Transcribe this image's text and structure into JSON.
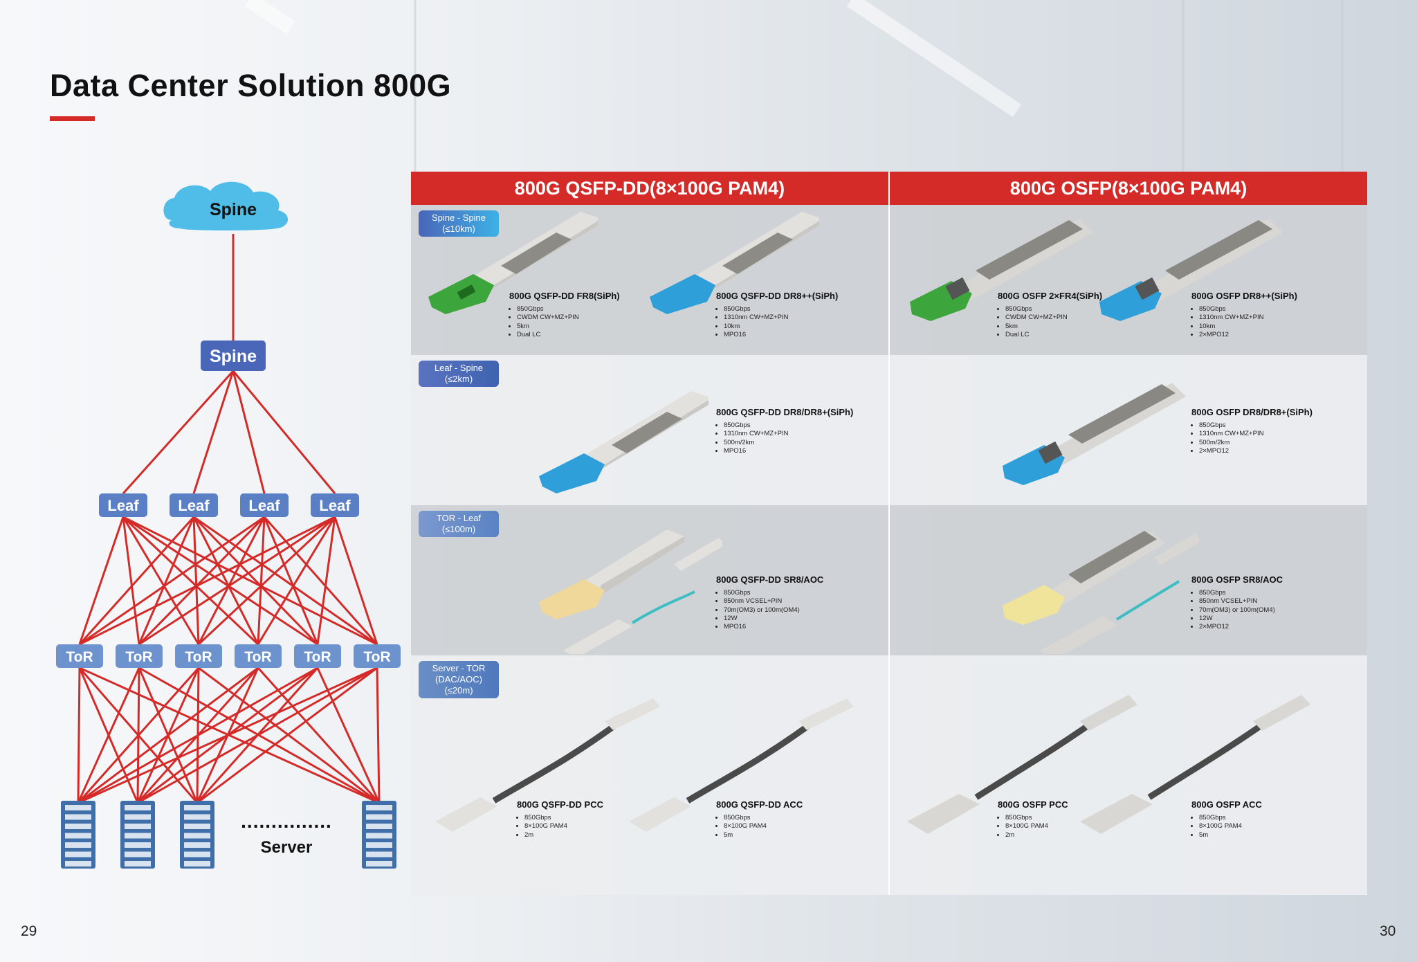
{
  "page": {
    "title": "Data Center Solution 800G",
    "page_left": "29",
    "page_right": "30",
    "accent_color": "#d42a28"
  },
  "network": {
    "cloud_label": "Spine",
    "spine_label": "Spine",
    "leaf_labels": [
      "Leaf",
      "Leaf",
      "Leaf",
      "Leaf"
    ],
    "tor_labels": [
      "ToR",
      "ToR",
      "ToR",
      "ToR",
      "ToR",
      "ToR"
    ],
    "dots": "...............",
    "server_label": "Server",
    "icons": [
      "cloud-icon",
      "server-rack-icon"
    ]
  },
  "table": {
    "headers": [
      "800G QSFP-DD(8×100G PAM4)",
      "800G OSFP(8×100G PAM4)"
    ],
    "rows": [
      {
        "badge": [
          "Spine - Spine",
          "(≤10km)"
        ],
        "badge_color": "#4a7ac3",
        "products": [
          {
            "name": "800G QSFP-DD FR8(SiPh)",
            "specs": [
              "850Gbps",
              "CWDM CW+MZ+PIN",
              "5km",
              "Dual LC"
            ],
            "latch": "#3ca63c"
          },
          {
            "name": "800G QSFP-DD DR8++(SiPh)",
            "specs": [
              "850Gbps",
              "1310nm CW+MZ+PIN",
              "10km",
              "MPO16"
            ],
            "latch": "#2e9fd8"
          },
          {
            "name": "800G OSFP 2×FR4(SiPh)",
            "specs": [
              "850Gbps",
              "CWDM CW+MZ+PIN",
              "5km",
              "Dual LC"
            ],
            "latch": "#3ca63c"
          },
          {
            "name": "800G OSFP DR8++(SiPh)",
            "specs": [
              "850Gbps",
              "1310nm CW+MZ+PIN",
              "10km",
              "2×MPO12"
            ],
            "latch": "#2e9fd8"
          }
        ]
      },
      {
        "badge": [
          "Leaf - Spine",
          "(≤2km)"
        ],
        "badge_color": "#4f74b8",
        "products": [
          {
            "name": "800G QSFP-DD DR8/DR8+(SiPh)",
            "specs": [
              "850Gbps",
              "1310nm CW+MZ+PIN",
              "500m/2km",
              "MPO16"
            ],
            "latch": "#2e9fd8"
          },
          {
            "name": "800G OSFP DR8/DR8+(SiPh)",
            "specs": [
              "850Gbps",
              "1310nm CW+MZ+PIN",
              "500m/2km",
              "2×MPO12"
            ],
            "latch": "#2e9fd8"
          }
        ]
      },
      {
        "badge": [
          "TOR - Leaf",
          "(≤100m)"
        ],
        "badge_color": "#6d8fc6",
        "products": [
          {
            "name": "800G QSFP-DD SR8/AOC",
            "specs": [
              "850Gbps",
              "850nm VCSEL+PIN",
              "70m(OM3) or 100m(OM4)",
              "12W",
              "MPO16"
            ],
            "latch": "#f0d79a"
          },
          {
            "name": "800G OSFP SR8/AOC",
            "specs": [
              "850Gbps",
              "850nm VCSEL+PIN",
              "70m(OM3) or 100m(OM4)",
              "12W",
              "2×MPO12"
            ],
            "latch": "#f0e39a"
          }
        ]
      },
      {
        "badge": [
          "Server - TOR",
          "(DAC/AOC)",
          "(≤20m)"
        ],
        "badge_color": "#6a8ec5",
        "products": [
          {
            "name": "800G QSFP-DD PCC",
            "specs": [
              "850Gbps",
              "8×100G PAM4",
              "2m"
            ]
          },
          {
            "name": "800G QSFP-DD ACC",
            "specs": [
              "850Gbps",
              "8×100G PAM4",
              "5m"
            ]
          },
          {
            "name": "800G OSFP PCC",
            "specs": [
              "850Gbps",
              "8×100G PAM4",
              "2m"
            ]
          },
          {
            "name": "800G OSFP ACC",
            "specs": [
              "850Gbps",
              "8×100G PAM4",
              "5m"
            ]
          }
        ]
      }
    ]
  }
}
